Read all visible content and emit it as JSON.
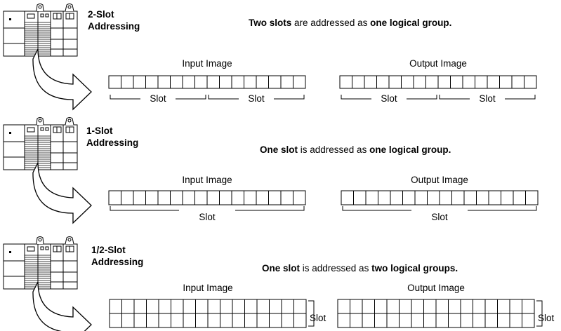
{
  "sections": [
    {
      "title_line1": "2-Slot",
      "title_line2": "Addressing",
      "caption": [
        {
          "text": "Two slots",
          "bold": true
        },
        {
          "text": " are addressed as ",
          "bold": false
        },
        {
          "text": "one logical group.",
          "bold": true
        }
      ],
      "input_label": "Input Image",
      "output_label": "Output Image",
      "bracket": "split",
      "bracket_labels": [
        "Slot",
        "Slot"
      ]
    },
    {
      "title_line1": "1-Slot",
      "title_line2": "Addressing",
      "caption": [
        {
          "text": "One slot",
          "bold": true
        },
        {
          "text": " is addressed as ",
          "bold": false
        },
        {
          "text": "one logical group.",
          "bold": true
        }
      ],
      "input_label": "Input Image",
      "output_label": "Output Image",
      "bracket": "full",
      "bracket_labels": [
        "Slot"
      ]
    },
    {
      "title_line1": "1/2-Slot",
      "title_line2": "Addressing",
      "caption": [
        {
          "text": "One slot",
          "bold": true
        },
        {
          "text": " is addressed as ",
          "bold": false
        },
        {
          "text": "two logical groups.",
          "bold": true
        }
      ],
      "input_label": "Input Image",
      "output_label": "Output Image",
      "bracket": "side",
      "bracket_labels": [
        "Slot"
      ]
    }
  ],
  "cells_per_row": 16
}
